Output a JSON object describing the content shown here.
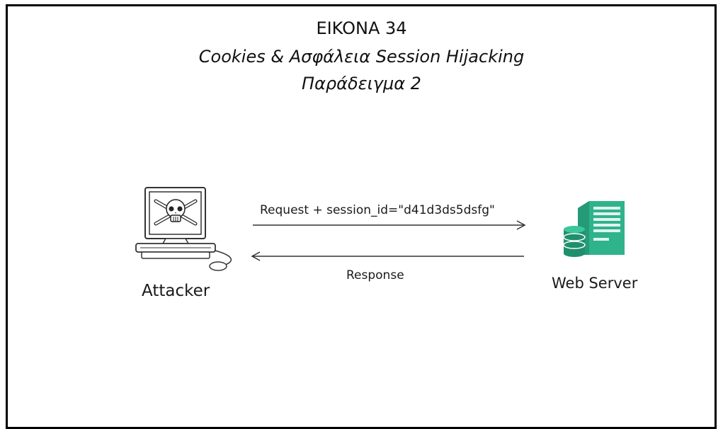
{
  "header": {
    "title": "EIKONA 34",
    "subtitle": "Cookies & Ασφάλεια Session Hijacking",
    "subtitle2": "Παράδειγμα 2"
  },
  "nodes": {
    "attacker": {
      "label": "Attacker",
      "icon": "skull-computer-icon"
    },
    "server": {
      "label": "Web Server",
      "icon": "server-database-icon"
    }
  },
  "edges": {
    "request": {
      "label": "Request + session_id=\"d41d3ds5dsfg\"",
      "direction": "attacker-to-server"
    },
    "response": {
      "label": "Response",
      "direction": "server-to-attacker"
    }
  },
  "colors": {
    "server": "#2fb38a",
    "server_dark": "#1f8f6c",
    "stroke": "#333333"
  }
}
